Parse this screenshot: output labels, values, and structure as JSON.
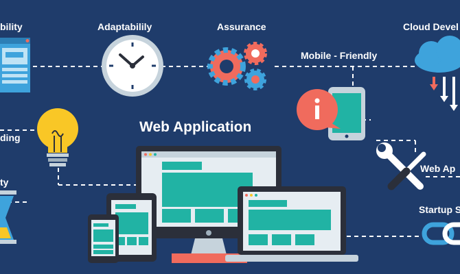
{
  "labels": {
    "ability": "bility",
    "adaptability": "Adaptabilily",
    "assurance": "Assurance",
    "cloud": "Cloud Devel",
    "mobile": "Mobile - Friendly",
    "branding": "ding",
    "web_app_partial": "Web Ap",
    "security": "ty",
    "startup": "Startup S"
  },
  "title": "Web Application",
  "colors": {
    "background": "#1f3c6b",
    "teal": "#21b3a4",
    "coral": "#f06b5d",
    "yellow": "#f9c726",
    "sky": "#3ea3dc",
    "screen_frame": "#2b2f3a",
    "screen_bg": "#e6edf2"
  },
  "icons": [
    "browser-window-icon",
    "clock-icon",
    "gears-icon",
    "cloud-icon",
    "lightbulb-icon",
    "smartphone-icon",
    "info-bubble-icon",
    "tools-icon",
    "hourglass-icon",
    "chain-link-icon",
    "devices-illustration"
  ]
}
